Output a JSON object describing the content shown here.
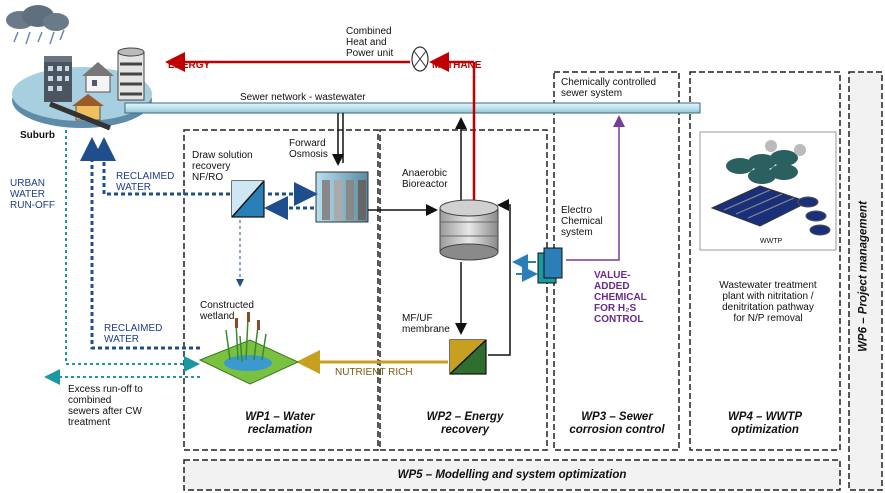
{
  "labels": {
    "chp": "Combined\nHeat and\nPower unit",
    "energy": "ENERGY",
    "methane": "METHANE",
    "sewer_network": "Sewer network - wastewater",
    "chem_sewer": "Chemically controlled\nsewer system",
    "suburb": "Suburb",
    "urban_runoff": "URBAN\nWATER\nRUN-OFF",
    "reclaimed_water_1": "RECLAIMED\nWATER",
    "reclaimed_water_2": "RECLAIMED\nWATER",
    "draw_solution": "Draw solution\nrecovery\nNF/RO",
    "forward_osmosis": "Forward\nOsmosis",
    "anaerobic_bioreactor": "Anaerobic\nBioreactor",
    "electrochem": "Electro\nChemical\nsystem",
    "value_added": "VALUE-\nADDED\nCHEMICAL\nFOR H₂S\nCONTROL",
    "constructed_wetland": "Constructed\nwetland",
    "mf_uf": "MF/UF\nmembrane",
    "nutrient_rich": "NUTRIENT RICH",
    "excess_runoff": "Excess run-off to\ncombined\nsewers after CW\ntreatment",
    "wwtp_small": "WWTP",
    "wwtp_desc": "Wastewater treatment\nplant with nitritation /\ndenitritation pathway\nfor N/P removal"
  },
  "work_packages": {
    "wp1": "WP1 – Water\nreclamation",
    "wp2": "WP2 – Energy\nrecovery",
    "wp3": "WP3 – Sewer\ncorrosion control",
    "wp4": "WP4 – WWTP\noptimization",
    "wp5": "WP5 – Modelling and system optimization",
    "wp6": "WP6 – Project management"
  },
  "colors": {
    "pipe": "#bfe3ee",
    "pipe_edge": "#3a6a7a",
    "energy_arrow": "#c00000",
    "reclaimed": "#1f4e8c",
    "runoff": "#1a9aa0",
    "nutrient": "#c8a020",
    "purple": "#7a3a9a",
    "electro": "#2a7fb8"
  }
}
